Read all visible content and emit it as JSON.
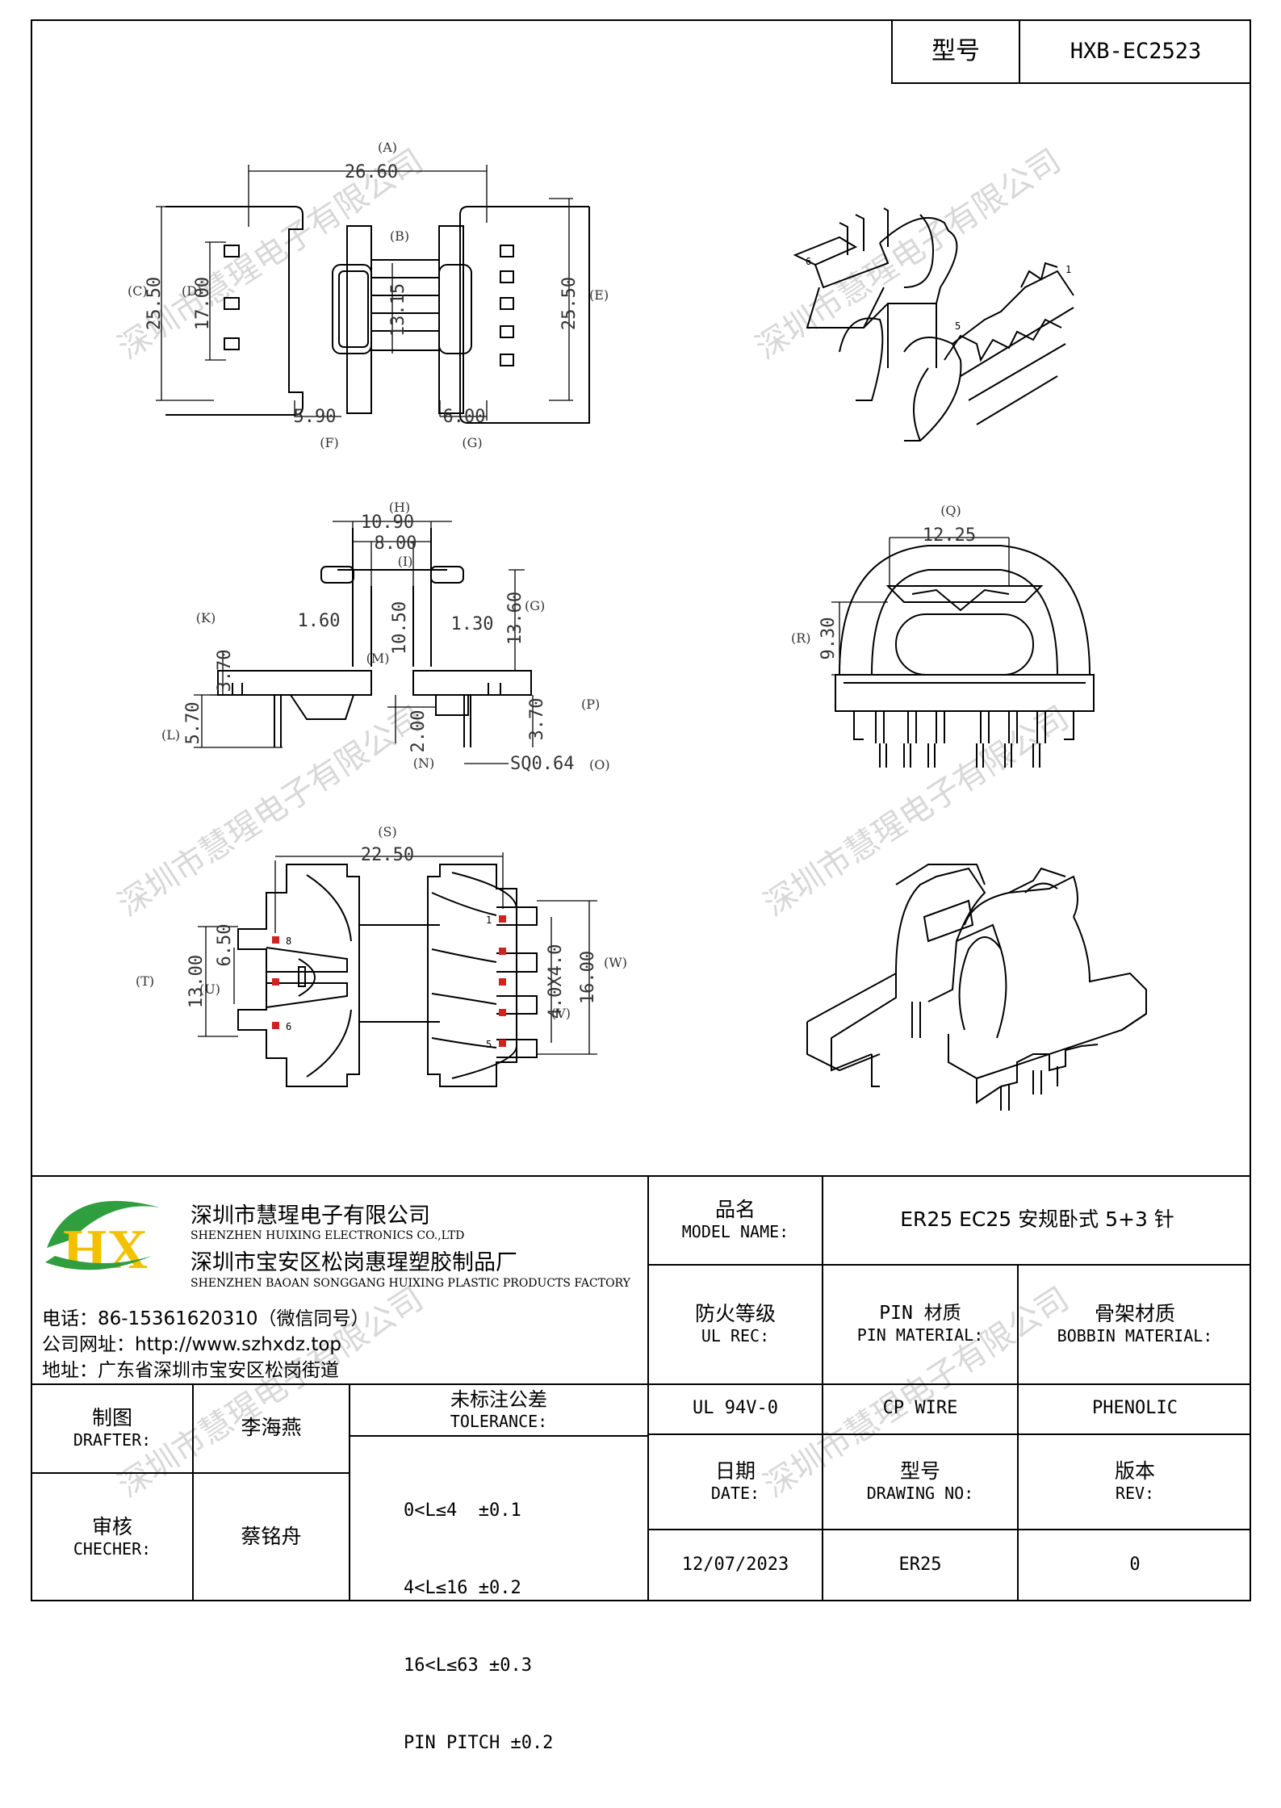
{
  "model_box": {
    "label": "型号",
    "value": "HXB-EC2523"
  },
  "watermark": "深圳市慧瑆电子有限公司",
  "drawings": {
    "top_view": {
      "dims": {
        "A": "26.60",
        "B": "13.15",
        "C": "25.50",
        "D": "17.00",
        "E": "25.50",
        "F": "5.90",
        "G": "6.00"
      },
      "labels": {
        "A": "(A)",
        "B": "(B)",
        "C": "(C)",
        "D": "(D)",
        "E": "(E)",
        "F": "(F)",
        "G": "(G)"
      }
    },
    "side_view": {
      "dims": {
        "H": "10.90",
        "I": "8.00",
        "K_left": "1.60",
        "M": "10.50",
        "right_wall": "1.30",
        "G": "13.60",
        "K": "3.70",
        "L": "5.70",
        "N": "2.00",
        "P": "3.70",
        "O": "SQ0.64"
      },
      "labels": {
        "H": "(H)",
        "I": "(I)",
        "K": "(K)",
        "M": "(M)",
        "G": "(G)",
        "L": "(L)",
        "N": "(N)",
        "P": "(P)",
        "O": "(O)"
      }
    },
    "front_view": {
      "dims": {
        "Q": "12.25",
        "R": "9.30"
      },
      "labels": {
        "Q": "(Q)",
        "R": "(R)"
      }
    },
    "bottom_view": {
      "dims": {
        "S": "22.50",
        "T": "13.00",
        "U": "6.50",
        "V": "4.0X4.0",
        "W": "16.00"
      },
      "labels": {
        "S": "(S)",
        "T": "(T)",
        "U": "(U)",
        "V": "(V)",
        "W": "(W)"
      },
      "pin_numbers": {
        "p8": "8",
        "p6": "6",
        "p1": "1",
        "p5": "5"
      }
    },
    "iso_view_top": {
      "pin_numbers": {
        "p6": "6",
        "p1": "1",
        "p5": "5"
      }
    }
  },
  "company": {
    "logo_text": "HX",
    "name_cn": "深圳市慧瑆电子有限公司",
    "name_en": "SHENZHEN HUIXING ELECTRONICS CO.,LTD",
    "factory_cn": "深圳市宝安区松岗惠瑆塑胶制品厂",
    "factory_en": "SHENZHEN BAOAN SONGGANG HUIXING PLASTIC PRODUCTS FACTORY",
    "phone": "电话：86-15361620310（微信同号）",
    "website": "公司网址：http://www.szhxdz.top",
    "address": "地址：广东省深圳市宝安区松岗街道"
  },
  "title_block": {
    "model_name_label_cn": "品名",
    "model_name_label_en": "MODEL NAME:",
    "model_name_value": "ER25 EC25 安规卧式 5+3 针",
    "ul_label_cn": "防火等级",
    "ul_label_en": "UL REC:",
    "pin_label_cn": "PIN 材质",
    "pin_label_en": "PIN MATERIAL:",
    "bobbin_label_cn": "骨架材质",
    "bobbin_label_en": "BOBBIN MATERIAL:",
    "ul_value": "UL 94V-0",
    "pin_value": "CP WIRE",
    "bobbin_value": "PHENOLIC",
    "drafter_label_cn": "制图",
    "drafter_label_en": "DRAFTER:",
    "drafter_name": "李海燕",
    "checker_label_cn": "审核",
    "checker_label_en": "CHECHER:",
    "checker_name": "蔡铭舟",
    "tolerance_label_cn": "未标注公差",
    "tolerance_label_en": "TOLERANCE:",
    "tolerances": [
      "0<L≤4  ±0.1",
      "4<L≤16 ±0.2",
      "16<L≤63 ±0.3",
      "PIN PITCH ±0.2"
    ],
    "date_label_cn": "日期",
    "date_label_en": "DATE:",
    "date_value": "12/07/2023",
    "drawing_no_label_cn": "型号",
    "drawing_no_label_en": "DRAWING NO:",
    "drawing_no_value": "ER25",
    "rev_label_cn": "版本",
    "rev_label_en": "REV:",
    "rev_value": "0"
  },
  "colors": {
    "logo_green": "#2e9e3e",
    "logo_yellow": "#f2c200",
    "pin_red": "#d42020",
    "watermark": "#d8d8d8"
  }
}
